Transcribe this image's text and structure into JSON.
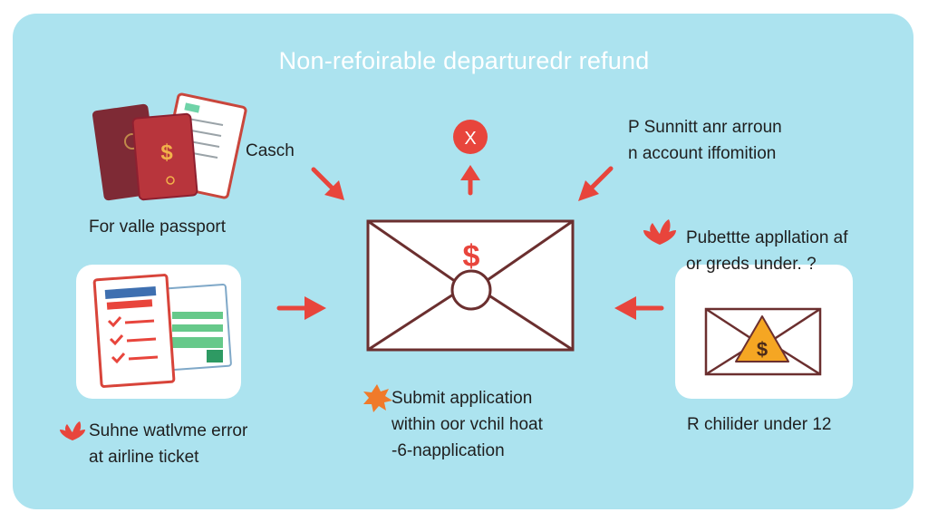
{
  "title": "Non-refoirable departuredr refund",
  "labels": {
    "casch": "Casch",
    "valle_passport": "For valle passport",
    "submit_account_1": "P Sunnitt anr arroun",
    "submit_account_2": "n account iffomition",
    "pubette_1": "Pubettte appllation af",
    "pubette_2": "or greds under. ?",
    "error_1": "Suhne watlvme error",
    "error_2": "at airline ticket",
    "submit_1": "Submit application",
    "submit_2": "within oor vchil hoat",
    "submit_3": "-6-napplication",
    "child_under": "R chilider under 12"
  },
  "icons": {
    "reject": "X",
    "dollar": "$"
  },
  "colors": {
    "background": "#ace3ef",
    "accent_red": "#e8453c",
    "warning": "#f5a623"
  }
}
